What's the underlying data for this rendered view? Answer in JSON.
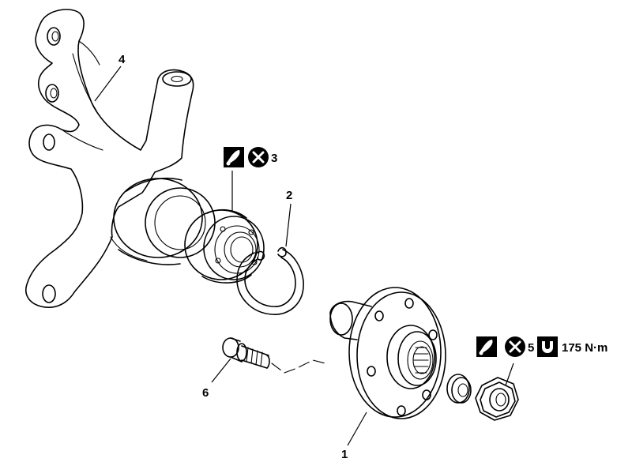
{
  "callouts": {
    "hub": "1",
    "circlip": "2",
    "bearing": "3",
    "knuckle": "4",
    "nut": "5",
    "wheel_stud": "6"
  },
  "specs": {
    "bearing_mark": "3",
    "nut_mark": "5",
    "torque": "175 N·m"
  },
  "icons": {
    "grease": "grease-icon",
    "do_not_reuse": "do-not-reuse-icon",
    "torque": "torque-wrench-icon"
  },
  "colors": {
    "line": "#000000",
    "icon_fill": "#000000",
    "background": "#ffffff"
  }
}
